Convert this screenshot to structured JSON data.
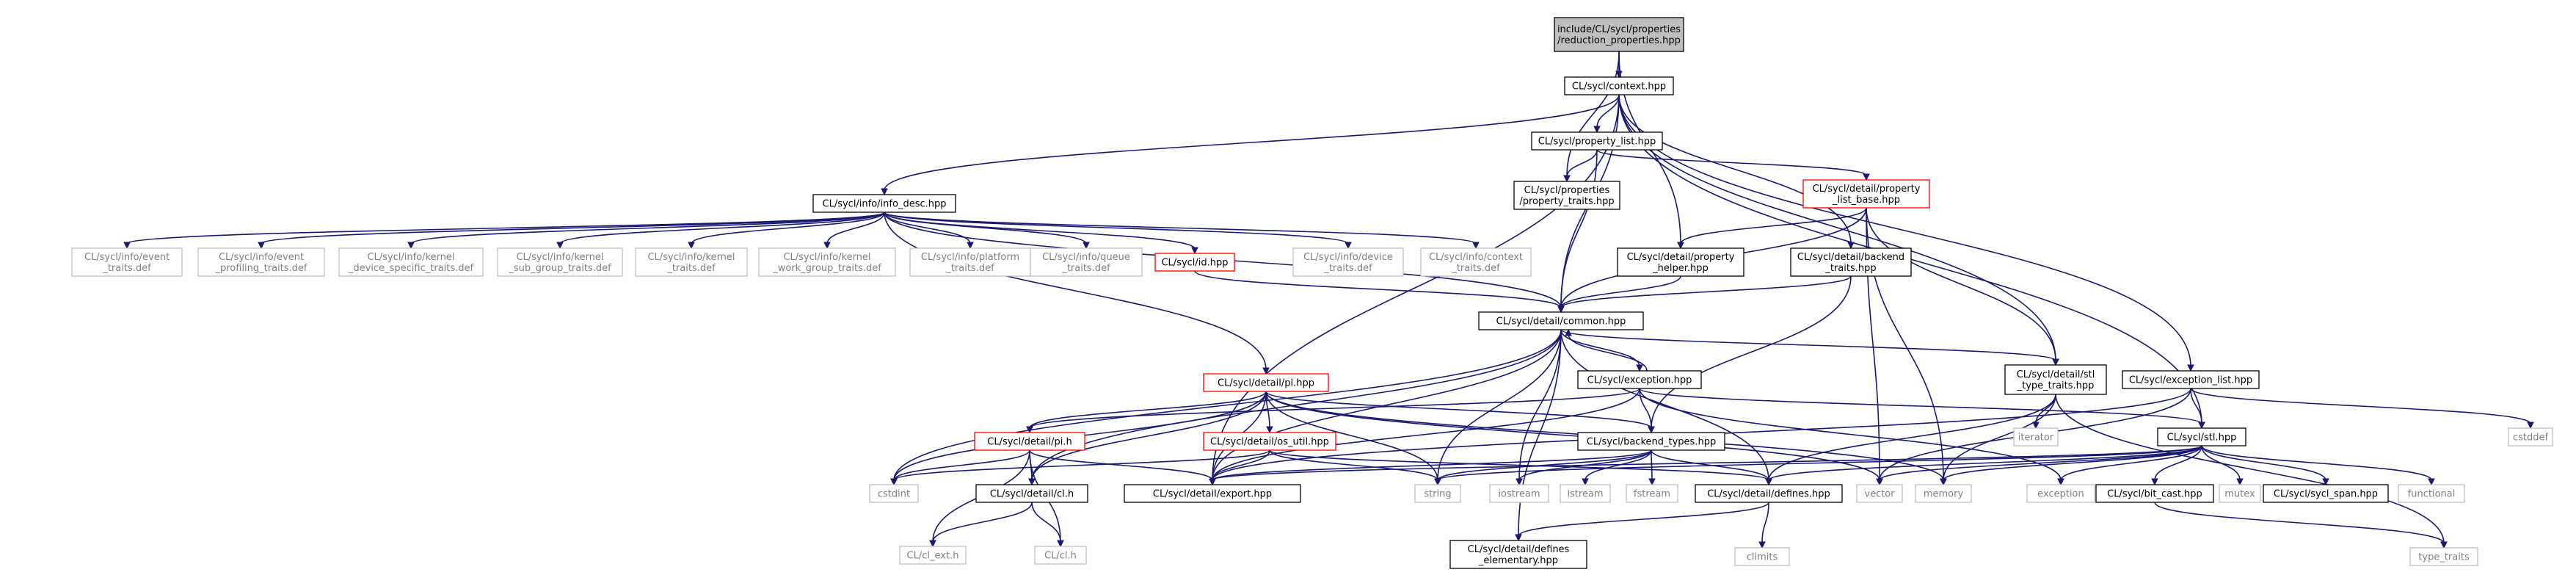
{
  "colors": {
    "edge": "#191970",
    "box_normal_border": "#000000",
    "box_red_border": "#ff0000",
    "box_external_border": "#bfbfbf",
    "box_root_fill": "#bfbfbf",
    "text_normal": "#000000",
    "text_external": "#808080"
  },
  "nodes": [
    {
      "id": "root",
      "lines": [
        "include/CL/sycl/properties",
        "/reduction_properties.hpp"
      ],
      "style": "root"
    },
    {
      "id": "context",
      "lines": [
        "CL/sycl/context.hpp"
      ],
      "style": "normal"
    },
    {
      "id": "property_list",
      "lines": [
        "CL/sycl/property_list.hpp"
      ],
      "style": "normal"
    },
    {
      "id": "property_traits",
      "lines": [
        "CL/sycl/properties",
        "/property_traits.hpp"
      ],
      "style": "normal"
    },
    {
      "id": "property_list_base",
      "lines": [
        "CL/sycl/detail/property",
        "_list_base.hpp"
      ],
      "style": "red"
    },
    {
      "id": "info_desc",
      "lines": [
        "CL/sycl/info/info_desc.hpp"
      ],
      "style": "normal"
    },
    {
      "id": "event_traits",
      "lines": [
        "CL/sycl/info/event",
        "_traits.def"
      ],
      "style": "external"
    },
    {
      "id": "event_profiling",
      "lines": [
        "CL/sycl/info/event",
        "_profiling_traits.def"
      ],
      "style": "external"
    },
    {
      "id": "kernel_device_specific",
      "lines": [
        "CL/sycl/info/kernel",
        "_device_specific_traits.def"
      ],
      "style": "external"
    },
    {
      "id": "kernel_sub_group",
      "lines": [
        "CL/sycl/info/kernel",
        "_sub_group_traits.def"
      ],
      "style": "external"
    },
    {
      "id": "kernel_traits",
      "lines": [
        "CL/sycl/info/kernel",
        "_traits.def"
      ],
      "style": "external"
    },
    {
      "id": "kernel_work_group",
      "lines": [
        "CL/sycl/info/kernel",
        "_work_group_traits.def"
      ],
      "style": "external"
    },
    {
      "id": "platform_traits",
      "lines": [
        "CL/sycl/info/platform",
        "_traits.def"
      ],
      "style": "external"
    },
    {
      "id": "queue_traits",
      "lines": [
        "CL/sycl/info/queue",
        "_traits.def"
      ],
      "style": "external"
    },
    {
      "id": "id_hpp",
      "lines": [
        "CL/sycl/id.hpp"
      ],
      "style": "red"
    },
    {
      "id": "device_traits",
      "lines": [
        "CL/sycl/info/device",
        "_traits.def"
      ],
      "style": "external"
    },
    {
      "id": "context_traits",
      "lines": [
        "CL/sycl/info/context",
        "_traits.def"
      ],
      "style": "external"
    },
    {
      "id": "property_helper",
      "lines": [
        "CL/sycl/detail/property",
        "_helper.hpp"
      ],
      "style": "normal"
    },
    {
      "id": "backend_traits",
      "lines": [
        "CL/sycl/detail/backend",
        "_traits.hpp"
      ],
      "style": "normal"
    },
    {
      "id": "common",
      "lines": [
        "CL/sycl/detail/common.hpp"
      ],
      "style": "normal"
    },
    {
      "id": "pi_hpp",
      "lines": [
        "CL/sycl/detail/pi.hpp"
      ],
      "style": "red"
    },
    {
      "id": "exception_hpp",
      "lines": [
        "CL/sycl/exception.hpp"
      ],
      "style": "normal"
    },
    {
      "id": "stl_type_traits",
      "lines": [
        "CL/sycl/detail/stl",
        "_type_traits.hpp"
      ],
      "style": "normal"
    },
    {
      "id": "exception_list",
      "lines": [
        "CL/sycl/exception_list.hpp"
      ],
      "style": "normal"
    },
    {
      "id": "cstddef",
      "lines": [
        "cstddef"
      ],
      "style": "external"
    },
    {
      "id": "pi_h",
      "lines": [
        "CL/sycl/detail/pi.h"
      ],
      "style": "red"
    },
    {
      "id": "os_util",
      "lines": [
        "CL/sycl/detail/os_util.hpp"
      ],
      "style": "red"
    },
    {
      "id": "backend_types",
      "lines": [
        "CL/sycl/backend_types.hpp"
      ],
      "style": "normal"
    },
    {
      "id": "iterator",
      "lines": [
        "iterator"
      ],
      "style": "external"
    },
    {
      "id": "stl_hpp",
      "lines": [
        "CL/sycl/stl.hpp"
      ],
      "style": "normal"
    },
    {
      "id": "cstdint",
      "lines": [
        "cstdint"
      ],
      "style": "external"
    },
    {
      "id": "cl_h_detail",
      "lines": [
        "CL/sycl/detail/cl.h"
      ],
      "style": "normal"
    },
    {
      "id": "export",
      "lines": [
        "CL/sycl/detail/export.hpp"
      ],
      "style": "normal"
    },
    {
      "id": "string",
      "lines": [
        "string"
      ],
      "style": "external"
    },
    {
      "id": "iostream",
      "lines": [
        "iostream"
      ],
      "style": "external"
    },
    {
      "id": "istream",
      "lines": [
        "istream"
      ],
      "style": "external"
    },
    {
      "id": "fstream",
      "lines": [
        "fstream"
      ],
      "style": "external"
    },
    {
      "id": "defines",
      "lines": [
        "CL/sycl/detail/defines.hpp"
      ],
      "style": "normal"
    },
    {
      "id": "vector",
      "lines": [
        "vector"
      ],
      "style": "external"
    },
    {
      "id": "memory",
      "lines": [
        "memory"
      ],
      "style": "external"
    },
    {
      "id": "exception_std",
      "lines": [
        "exception"
      ],
      "style": "external"
    },
    {
      "id": "bit_cast",
      "lines": [
        "CL/sycl/bit_cast.hpp"
      ],
      "style": "normal"
    },
    {
      "id": "mutex",
      "lines": [
        "mutex"
      ],
      "style": "external"
    },
    {
      "id": "sycl_span",
      "lines": [
        "CL/sycl/sycl_span.hpp"
      ],
      "style": "normal"
    },
    {
      "id": "functional",
      "lines": [
        "functional"
      ],
      "style": "external"
    },
    {
      "id": "cl_ext_h",
      "lines": [
        "CL/cl_ext.h"
      ],
      "style": "external"
    },
    {
      "id": "cl_h",
      "lines": [
        "CL/cl.h"
      ],
      "style": "external"
    },
    {
      "id": "defines_elementary",
      "lines": [
        "CL/sycl/detail/defines",
        "_elementary.hpp"
      ],
      "style": "normal"
    },
    {
      "id": "climits",
      "lines": [
        "climits"
      ],
      "style": "external"
    },
    {
      "id": "type_traits",
      "lines": [
        "type_traits"
      ],
      "style": "external"
    }
  ],
  "edges": [
    [
      "root",
      "context"
    ],
    [
      "root",
      "property_traits"
    ],
    [
      "root",
      "property_helper"
    ],
    [
      "context",
      "property_list"
    ],
    [
      "context",
      "info_desc"
    ],
    [
      "context",
      "common"
    ],
    [
      "context",
      "export"
    ],
    [
      "context",
      "backend_traits"
    ],
    [
      "context",
      "stl_type_traits"
    ],
    [
      "context",
      "exception_list"
    ],
    [
      "context",
      "stl_hpp"
    ],
    [
      "property_list",
      "property_traits"
    ],
    [
      "property_list",
      "property_list_base"
    ],
    [
      "property_list",
      "common"
    ],
    [
      "property_list_base",
      "property_helper"
    ],
    [
      "property_list_base",
      "common"
    ],
    [
      "property_list_base",
      "stl_type_traits"
    ],
    [
      "property_list_base",
      "vector"
    ],
    [
      "property_list_base",
      "memory"
    ],
    [
      "info_desc",
      "event_traits"
    ],
    [
      "info_desc",
      "event_profiling"
    ],
    [
      "info_desc",
      "kernel_device_specific"
    ],
    [
      "info_desc",
      "kernel_sub_group"
    ],
    [
      "info_desc",
      "kernel_traits"
    ],
    [
      "info_desc",
      "kernel_work_group"
    ],
    [
      "info_desc",
      "platform_traits"
    ],
    [
      "info_desc",
      "queue_traits"
    ],
    [
      "info_desc",
      "id_hpp"
    ],
    [
      "info_desc",
      "device_traits"
    ],
    [
      "info_desc",
      "context_traits"
    ],
    [
      "info_desc",
      "common"
    ],
    [
      "info_desc",
      "pi_hpp"
    ],
    [
      "id_hpp",
      "common"
    ],
    [
      "property_helper",
      "common"
    ],
    [
      "backend_traits",
      "common"
    ],
    [
      "backend_traits",
      "backend_types"
    ],
    [
      "common",
      "exception_hpp"
    ],
    [
      "common",
      "stl_type_traits"
    ],
    [
      "common",
      "cstdint"
    ],
    [
      "common",
      "cl_h_detail"
    ],
    [
      "common",
      "export"
    ],
    [
      "common",
      "string"
    ],
    [
      "common",
      "iostream"
    ],
    [
      "common",
      "defines"
    ],
    [
      "common",
      "defines_elementary"
    ],
    [
      "exception_hpp",
      "common"
    ],
    [
      "exception_hpp",
      "pi_h"
    ],
    [
      "exception_hpp",
      "backend_types"
    ],
    [
      "exception_hpp",
      "export"
    ],
    [
      "exception_hpp",
      "exception_std"
    ],
    [
      "exception_hpp",
      "stl_hpp"
    ],
    [
      "pi_hpp",
      "pi_h"
    ],
    [
      "pi_hpp",
      "os_util"
    ],
    [
      "pi_hpp",
      "backend_types"
    ],
    [
      "pi_hpp",
      "export"
    ],
    [
      "pi_hpp",
      "cstdint"
    ],
    [
      "pi_hpp",
      "string"
    ],
    [
      "pi_hpp",
      "memory"
    ],
    [
      "pi_hpp",
      "vector"
    ],
    [
      "pi_hpp",
      "cl_h_detail"
    ],
    [
      "pi_h",
      "cstdint"
    ],
    [
      "pi_h",
      "cl_h_detail"
    ],
    [
      "pi_h",
      "export"
    ],
    [
      "pi_h",
      "cl_ext_h"
    ],
    [
      "pi_h",
      "cl_h"
    ],
    [
      "os_util",
      "export"
    ],
    [
      "os_util",
      "defines"
    ],
    [
      "os_util",
      "string"
    ],
    [
      "os_util",
      "cstdint"
    ],
    [
      "backend_types",
      "export"
    ],
    [
      "backend_types",
      "string"
    ],
    [
      "backend_types",
      "iostream"
    ],
    [
      "backend_types",
      "istream"
    ],
    [
      "backend_types",
      "fstream"
    ],
    [
      "backend_types",
      "defines"
    ],
    [
      "cl_h_detail",
      "cl_ext_h"
    ],
    [
      "cl_h_detail",
      "cl_h"
    ],
    [
      "stl_type_traits",
      "iterator"
    ],
    [
      "stl_type_traits",
      "defines"
    ],
    [
      "stl_type_traits",
      "type_traits"
    ],
    [
      "stl_type_traits",
      "memory"
    ],
    [
      "exception_list",
      "cstddef"
    ],
    [
      "exception_list",
      "stl_hpp"
    ],
    [
      "exception_list",
      "export"
    ],
    [
      "exception_list",
      "vector"
    ],
    [
      "stl_hpp",
      "defines"
    ],
    [
      "stl_hpp",
      "export"
    ],
    [
      "stl_hpp",
      "string"
    ],
    [
      "stl_hpp",
      "vector"
    ],
    [
      "stl_hpp",
      "memory"
    ],
    [
      "stl_hpp",
      "exception_std"
    ],
    [
      "stl_hpp",
      "bit_cast"
    ],
    [
      "stl_hpp",
      "mutex"
    ],
    [
      "stl_hpp",
      "sycl_span"
    ],
    [
      "stl_hpp",
      "functional"
    ],
    [
      "bit_cast",
      "type_traits"
    ],
    [
      "defines",
      "defines_elementary"
    ],
    [
      "defines",
      "climits"
    ]
  ]
}
